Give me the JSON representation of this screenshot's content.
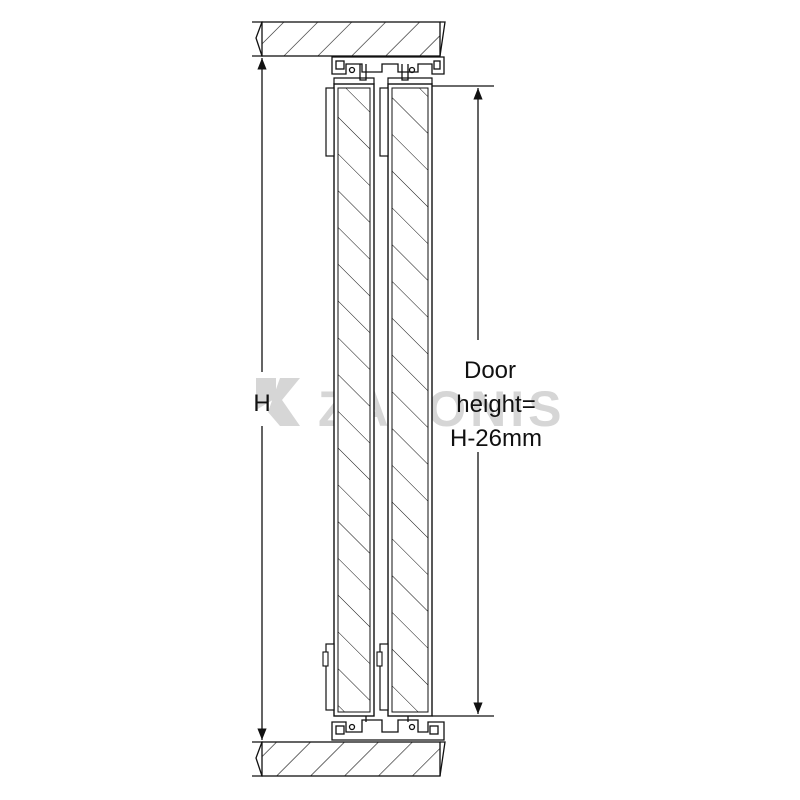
{
  "labels": {
    "overall": "H",
    "door_line1": "Door",
    "door_line2": "height=",
    "door_line3": "H-26mm"
  },
  "watermark": {
    "text": "ZALONIS"
  },
  "colors": {
    "line": "#111111",
    "hatch": "#111111",
    "background": "#ffffff",
    "watermark": "#d6d6d6"
  }
}
